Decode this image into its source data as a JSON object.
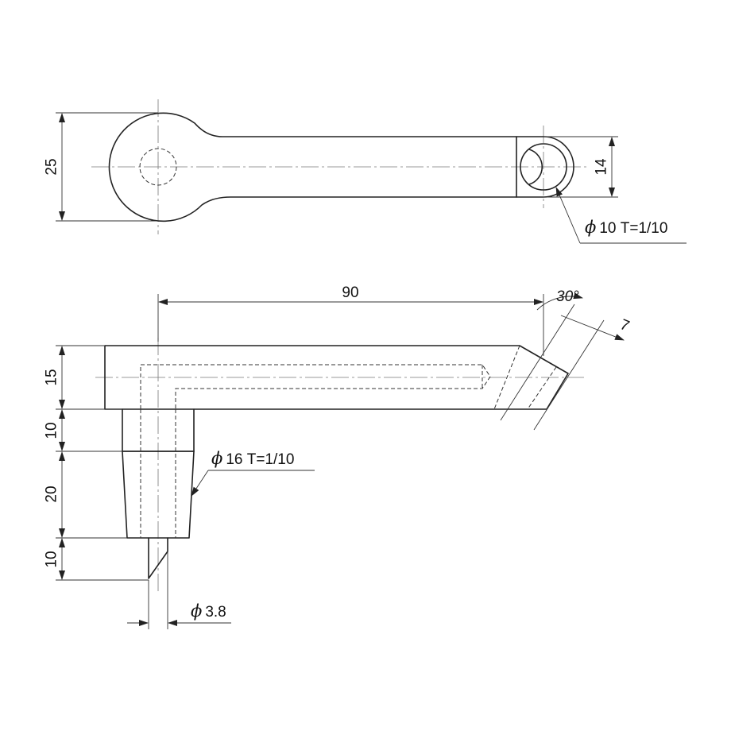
{
  "top_view": {
    "dim_height": "25",
    "dim_right": "14",
    "bore_prefix": "ϕ",
    "bore_label": "10 T=1/10"
  },
  "side_view": {
    "dim_length": "90",
    "dim_angle": "30°",
    "dim_chamfer": "7",
    "dim_thickness": "15",
    "dim_collar": "10",
    "dim_taper_len": "20",
    "dim_pin_len": "10",
    "taper_prefix": "ϕ",
    "taper_label": "16 T=1/10",
    "pin_prefix": "ϕ",
    "pin_label": "3.8"
  }
}
